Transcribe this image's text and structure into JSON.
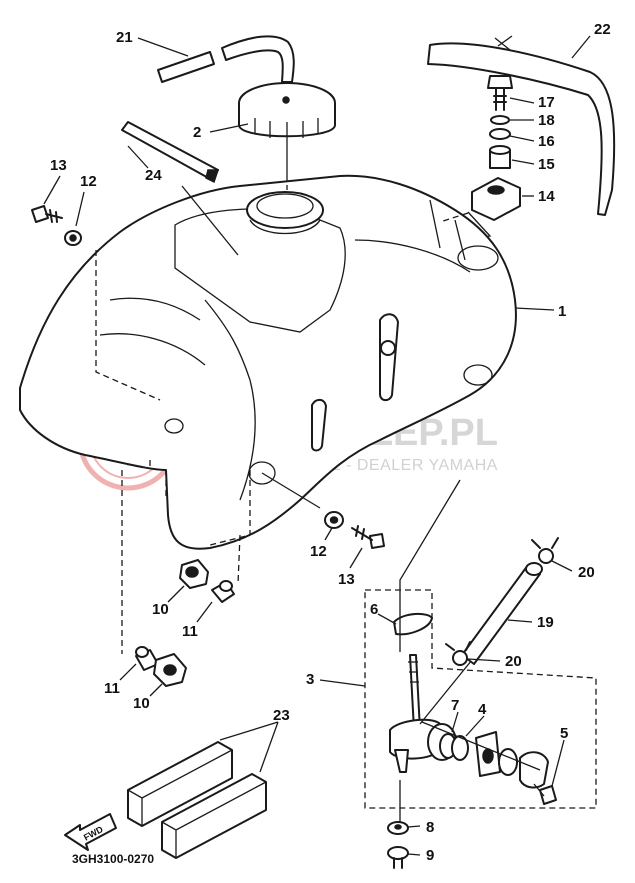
{
  "diagram": {
    "callouts": [
      "1",
      "2",
      "3",
      "4",
      "5",
      "6",
      "7",
      "8",
      "9",
      "10",
      "10",
      "11",
      "11",
      "12",
      "12",
      "13",
      "13",
      "14",
      "15",
      "16",
      "17",
      "18",
      "19",
      "20",
      "20",
      "21",
      "22",
      "23",
      "24"
    ],
    "drawing_code": "3GH3100-0270",
    "fwd_label": "FWD"
  },
  "watermark": {
    "title": "YAMA-SKLEP.PL",
    "subtitle": "WOJCIECHOWICZ - DEALER YAMAHA",
    "logo": "yamaha-tuning-fork-emblem"
  },
  "colors": {
    "line": "#1a1a1a",
    "watermark_gray": "#c9c9c9",
    "watermark_red": "#e57373"
  }
}
